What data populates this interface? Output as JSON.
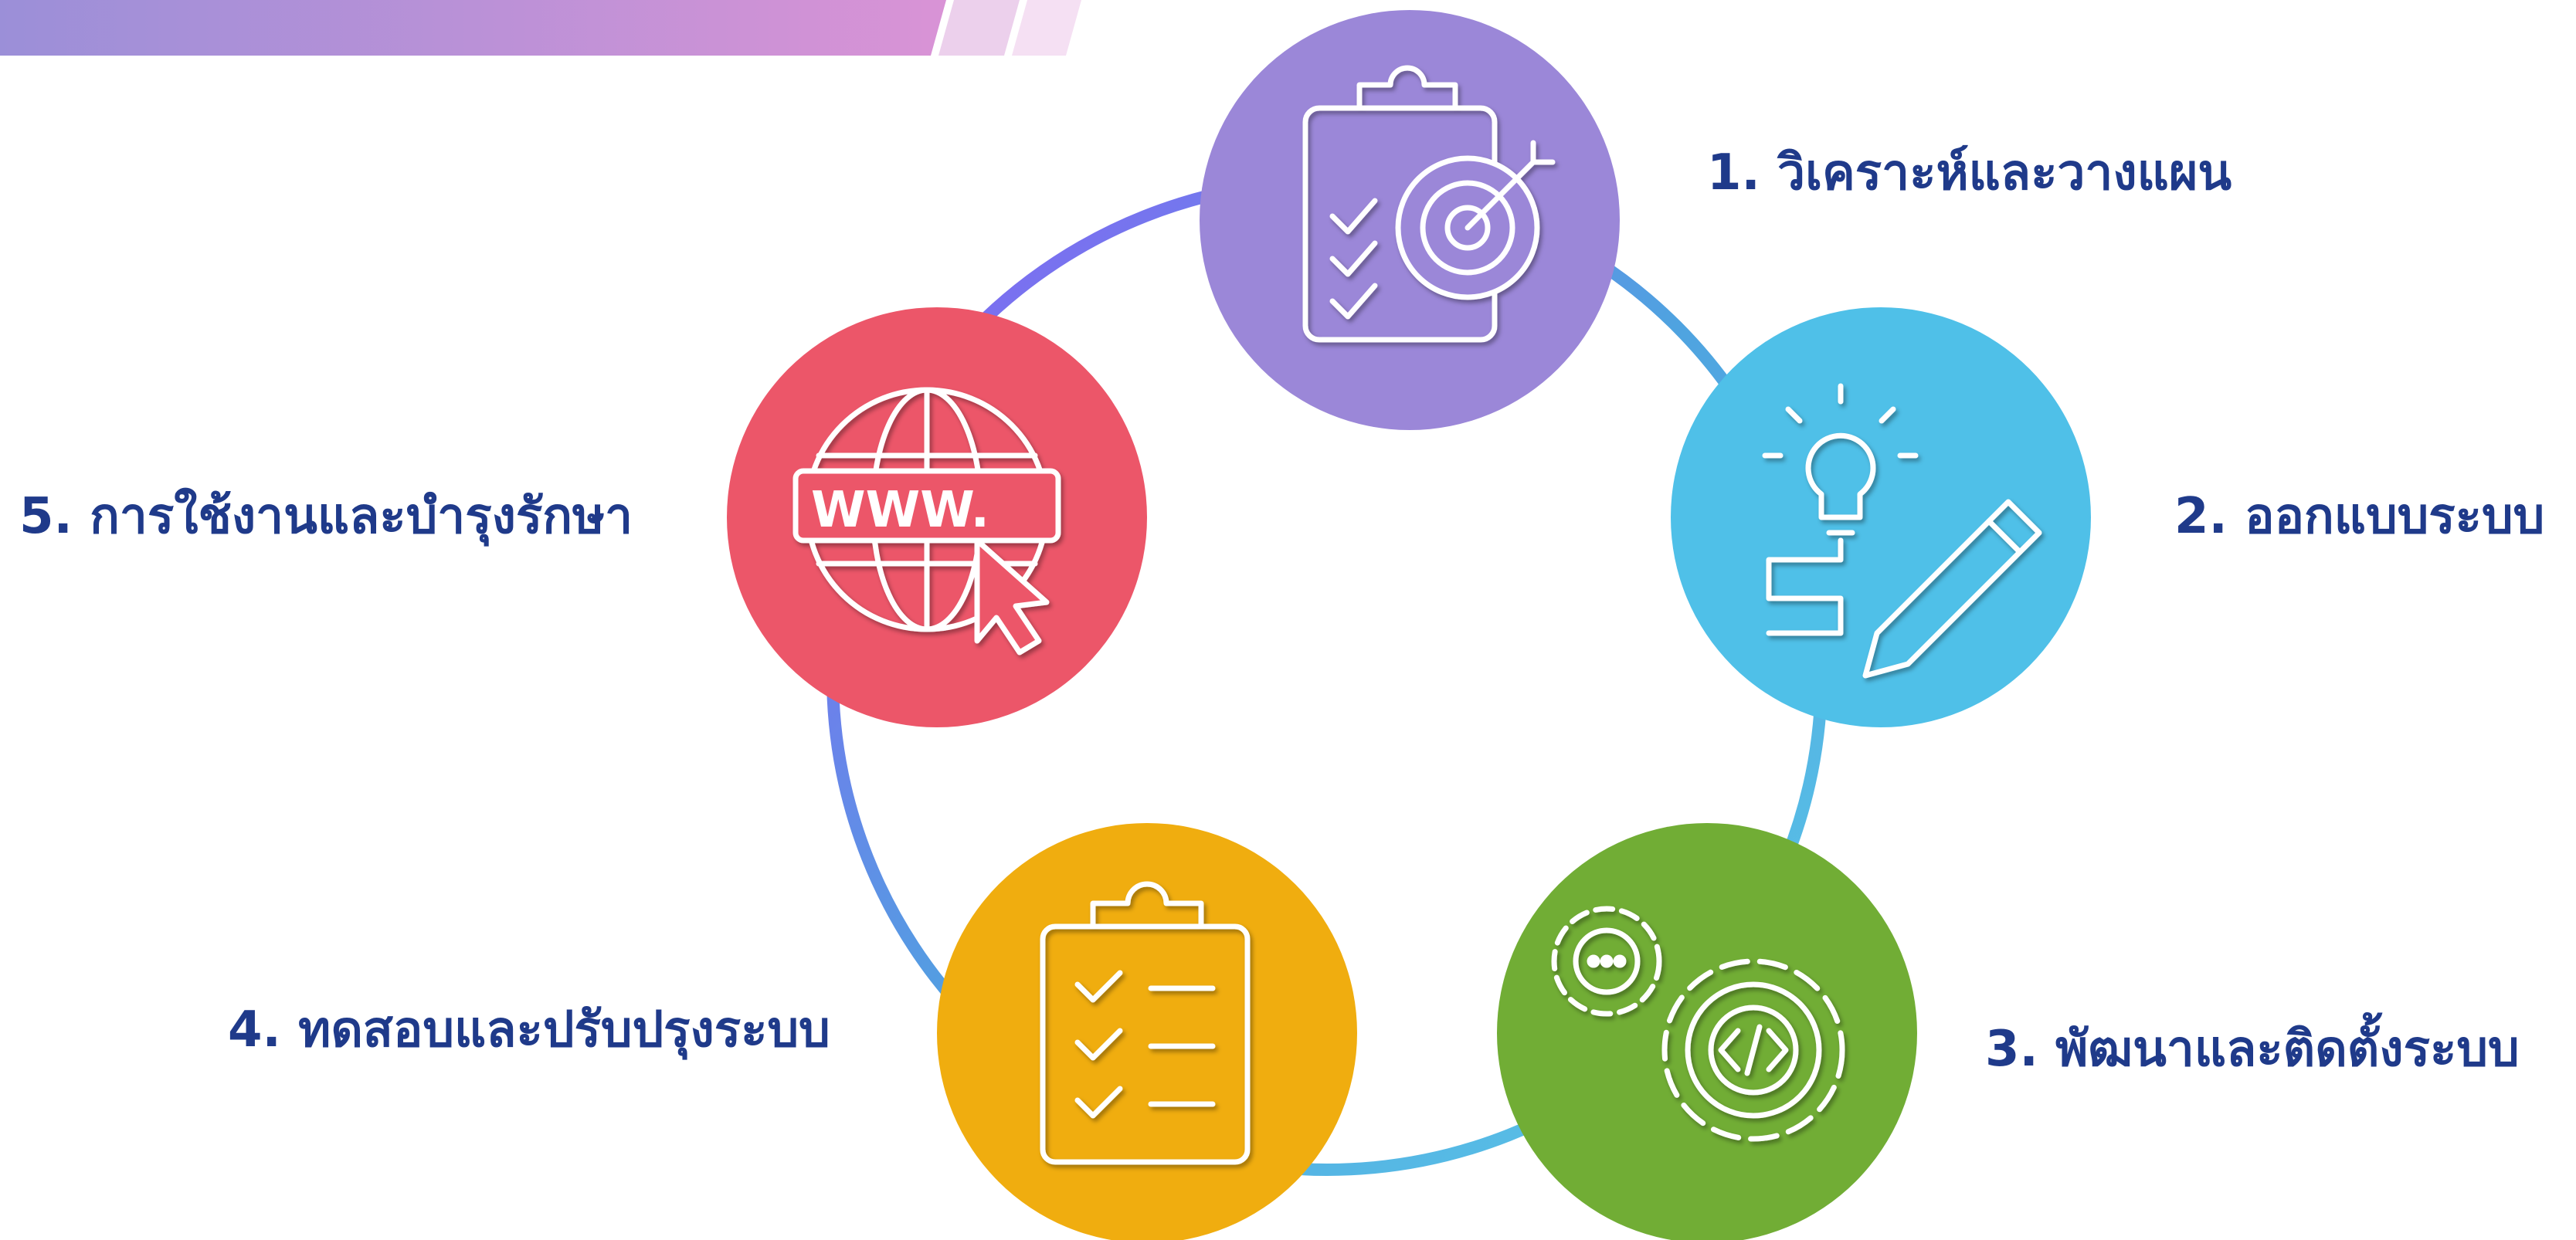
{
  "colors": {
    "title_text": "#1f3a8a",
    "ring": [
      "#8b5cf6",
      "#5bc8e8",
      "#4fa3e0",
      "#7b7fe8"
    ],
    "banner": [
      "#9b8fd8",
      "#d993d6"
    ]
  },
  "steps": [
    {
      "label": "1. วิเคราะห์และวางแผน",
      "color": "#9b87d8",
      "icon": "clipboard-target-icon"
    },
    {
      "label": "2. ออกแบบระบบ",
      "color": "#4fc0e8",
      "icon": "lightbulb-pencil-icon"
    },
    {
      "label": "3. พัฒนาและติดตั้งระบบ",
      "color": "#71ad35",
      "icon": "gears-code-icon"
    },
    {
      "label": "4. ทดสอบและปรับปรุงระบบ",
      "color": "#f0ad0f",
      "icon": "checklist-clipboard-icon"
    },
    {
      "label": "5. การใช้งานและบำรุงรักษา",
      "color": "#ec5669",
      "icon": "globe-www-cursor-icon"
    }
  ],
  "icons": {
    "globe_text": "WWW."
  }
}
